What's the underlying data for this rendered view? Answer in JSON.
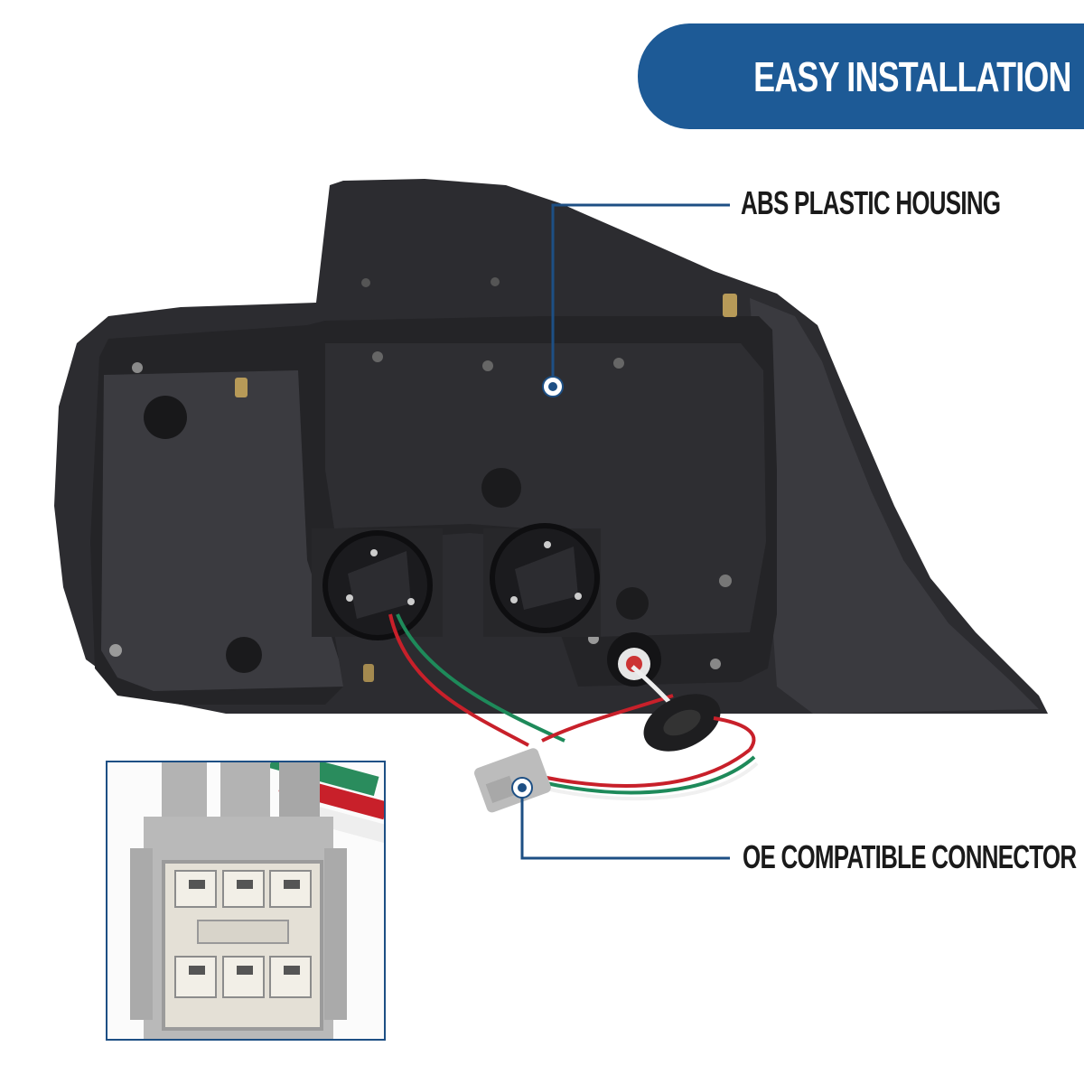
{
  "banner": {
    "title": "EASY INSTALLATION"
  },
  "callouts": {
    "housing": "ABS PLASTIC HOUSING",
    "connector": "OE COMPATIBLE CONNECTOR"
  },
  "colors": {
    "brand_blue": "#1d5a96",
    "housing_black": "#2a2a2d",
    "connector_gray": "#b9b9b9",
    "wire_red": "#c8202a",
    "wire_green": "#1e8a5a"
  },
  "icons": {
    "housing_marker": "dot-callout-icon",
    "connector_marker": "dot-callout-icon"
  }
}
